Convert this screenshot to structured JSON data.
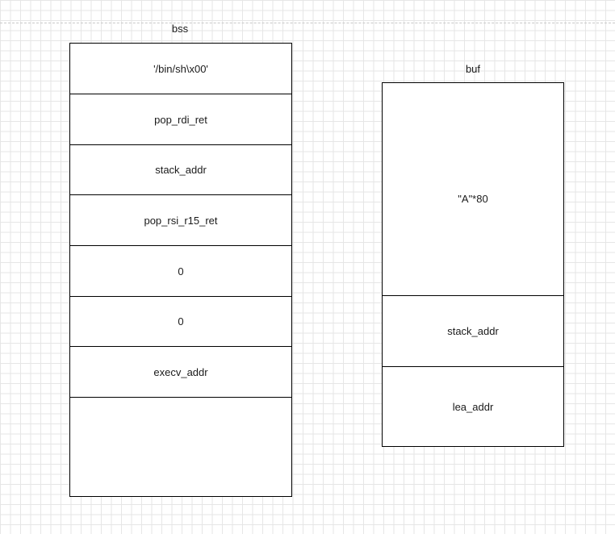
{
  "bss": {
    "title": "bss",
    "cells": [
      "'/bin/sh\\x00'",
      "pop_rdi_ret",
      "stack_addr",
      "pop_rsi_r15_ret",
      "0",
      "0",
      "execv_addr",
      ""
    ]
  },
  "buf": {
    "title": "buf",
    "cells": [
      "\"A\"*80",
      "stack_addr",
      "lea_addr"
    ]
  }
}
